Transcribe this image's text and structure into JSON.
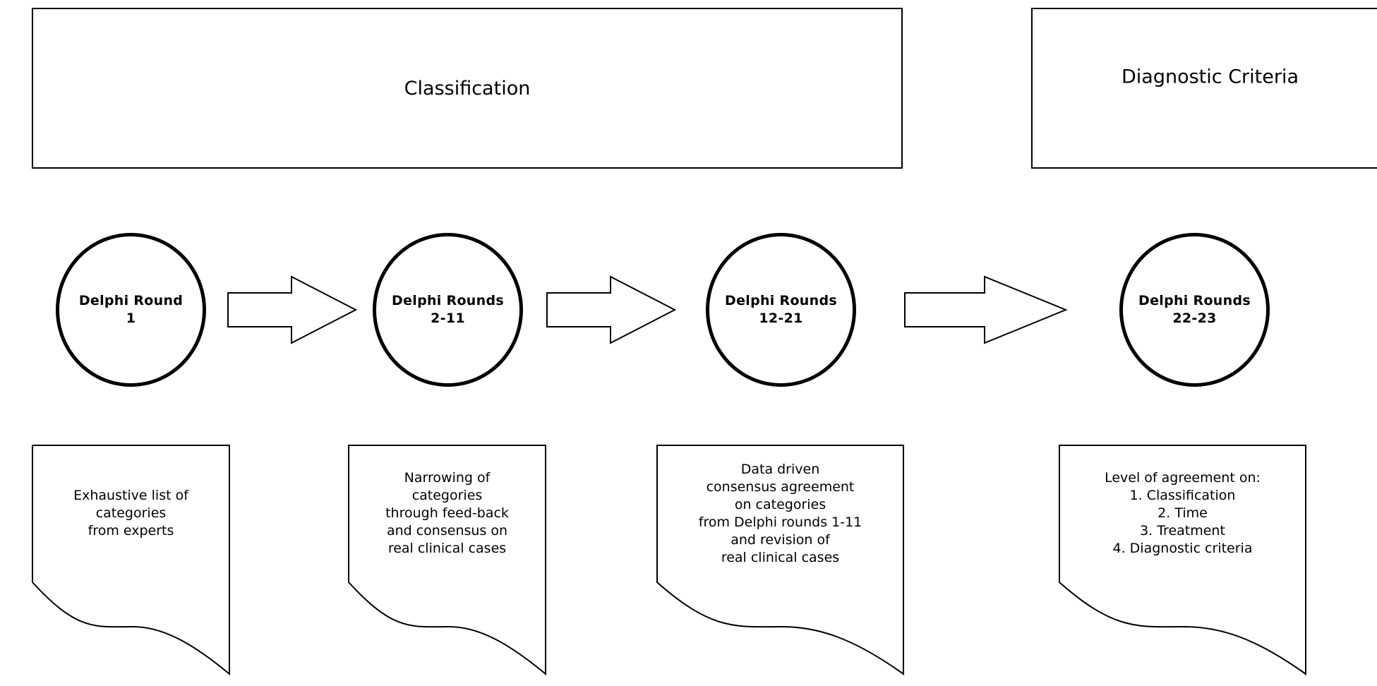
{
  "headers": {
    "classification": "Classification",
    "diagnostic_criteria": "Diagnostic Criteria"
  },
  "rounds": [
    {
      "line1": "Delphi Round",
      "line2": "1"
    },
    {
      "line1": "Delphi Rounds",
      "line2": "2-11"
    },
    {
      "line1": "Delphi Rounds",
      "line2": "12-21"
    },
    {
      "line1": "Delphi Rounds",
      "line2": "22-23"
    }
  ],
  "notes": [
    {
      "lines": [
        "Exhaustive list of",
        "categories",
        "from experts"
      ]
    },
    {
      "lines": [
        "Narrowing of",
        "categories",
        "through feed-back",
        "and consensus on",
        "real clinical cases"
      ]
    },
    {
      "lines": [
        "Data driven",
        "consensus agreement",
        "on categories",
        "from Delphi rounds 1-11",
        "and revision of",
        "real clinical cases"
      ]
    },
    {
      "lines": [
        "Level of agreement on:",
        "1. Classification",
        "2. Time",
        "3. Treatment",
        "4. Diagnostic criteria"
      ]
    }
  ]
}
